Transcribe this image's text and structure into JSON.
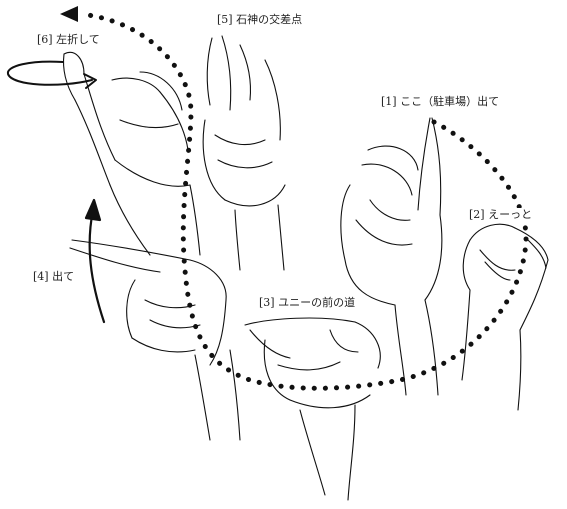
{
  "labels": [
    {
      "id": "l1",
      "text": "[1] ここ（駐車場）出て"
    },
    {
      "id": "l2",
      "text": "[2] えーっと"
    },
    {
      "id": "l3",
      "text": "[3] ユニーの前の道"
    },
    {
      "id": "l4",
      "text": "[4] 出て"
    },
    {
      "id": "l5",
      "text": "[5] 石神の交差点"
    },
    {
      "id": "l6",
      "text": "[6] 左折して"
    }
  ],
  "colors": {
    "ink": "#111111",
    "text": "#222222",
    "background": "#ffffff"
  },
  "icons": {
    "path": "dotted-route-path",
    "turn": "rotation-arrow-icon",
    "up": "up-arrow-icon"
  }
}
